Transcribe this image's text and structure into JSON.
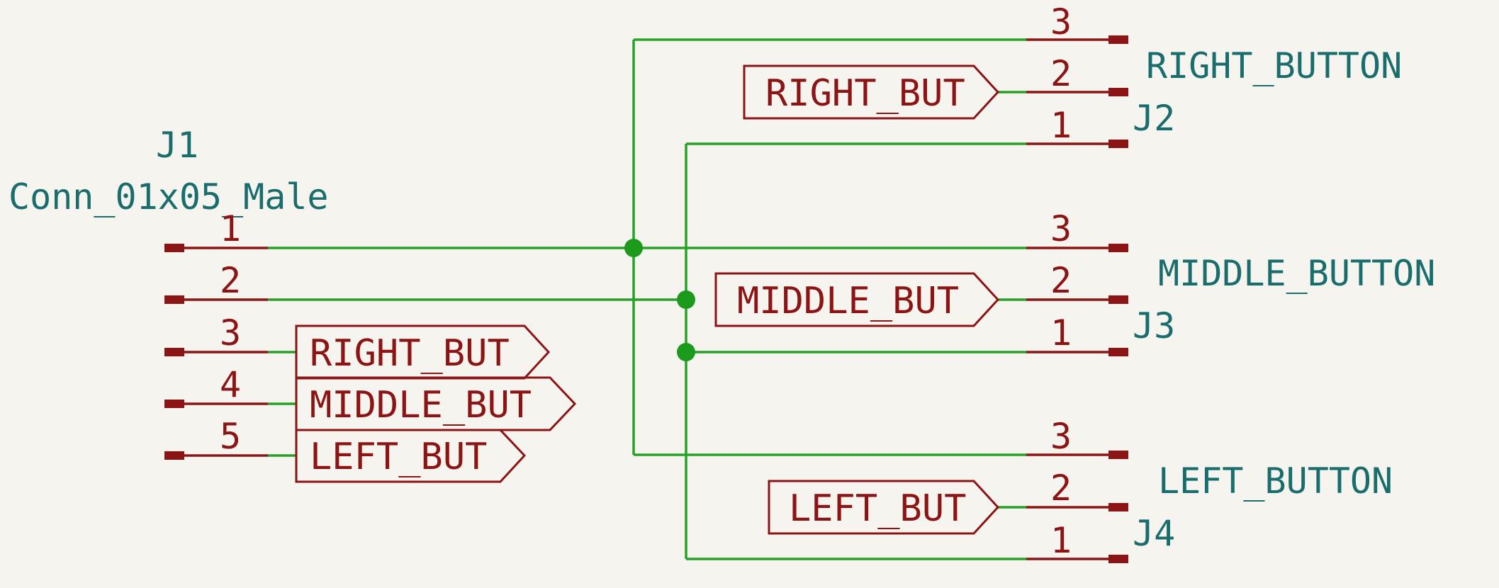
{
  "colors": {
    "background": "#f5f4ef",
    "wire": "#27a127",
    "junction": "#1b9a1b",
    "pin": "#8c1414",
    "label": "#8c1414",
    "reference": "#1a6d6d"
  },
  "j1": {
    "reference": "J1",
    "value": "Conn_01x05_Male",
    "pins": [
      "1",
      "2",
      "3",
      "4",
      "5"
    ],
    "labels": [
      "RIGHT_BUT",
      "MIDDLE_BUT",
      "LEFT_BUT"
    ]
  },
  "j2": {
    "reference": "J2",
    "value": "RIGHT_BUTTON",
    "pins": [
      "3",
      "2",
      "1"
    ],
    "label": "RIGHT_BUT"
  },
  "j3": {
    "reference": "J3",
    "value": "MIDDLE_BUTTON",
    "pins": [
      "3",
      "2",
      "1"
    ],
    "label": "MIDDLE_BUT"
  },
  "j4": {
    "reference": "J4",
    "value": "LEFT_BUTTON",
    "pins": [
      "3",
      "2",
      "1"
    ],
    "label": "LEFT_BUT"
  }
}
